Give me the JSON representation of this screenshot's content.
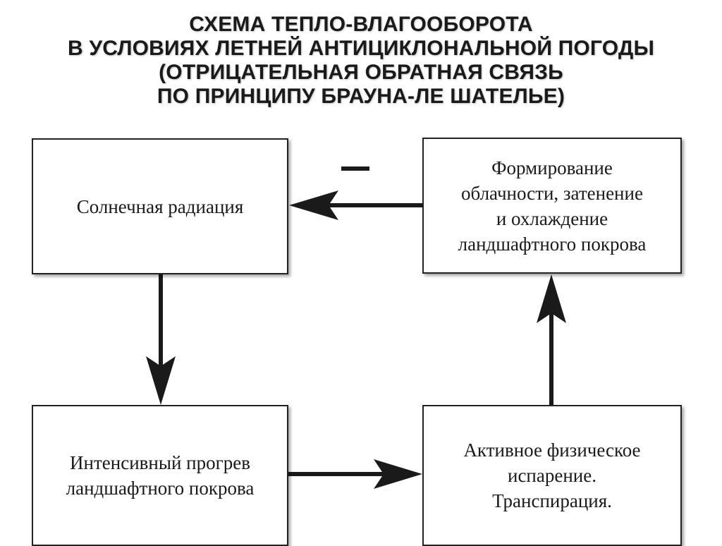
{
  "title": {
    "line1": "СХЕМА ТЕПЛО-ВЛАГООБОРОТА",
    "line2": "В УСЛОВИЯХ ЛЕТНЕЙ АНТИЦИКЛОНАЛЬНОЙ ПОГОДЫ",
    "line3": "(ОТРИЦАТЕЛЬНАЯ ОБРАТНАЯ СВЯЗЬ",
    "line4": "ПО ПРИНЦИПУ БРАУНА-ЛЕ ШАТЕЛЬЕ)"
  },
  "nodes": {
    "solar": {
      "line1": "Солнечная радиация"
    },
    "cloud": {
      "line1": "Формирование",
      "line2": "облачности, затенение",
      "line3": "и охлаждение",
      "line4": "ландшафтного покрова"
    },
    "heat": {
      "line1": "Интенсивный прогрев",
      "line2": "ландшафтного покрова"
    },
    "evap": {
      "line1": "Активное физическое",
      "line2": "испарение.",
      "line3": "Транспирация."
    }
  },
  "feedback_sign": "–"
}
